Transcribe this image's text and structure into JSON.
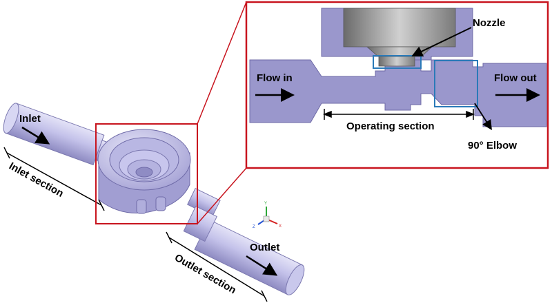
{
  "labels": {
    "inlet": "Inlet",
    "inlet_section": "Inlet section",
    "outlet": "Outlet",
    "outlet_section": "Outlet section",
    "nozzle": "Nozzle",
    "flow_in": "Flow in",
    "flow_out": "Flow out",
    "operating_section": "Operating section",
    "elbow": "90° Elbow"
  },
  "triad": {
    "x": "X",
    "y": "Y",
    "z": "Z"
  },
  "colors": {
    "zoom_frame": "#c8141e",
    "highlight_box": "#2a7ab8",
    "solid_fill": "#9a97cc",
    "solid_light": "#c9c8ec",
    "solid_dark": "#6e6aa6",
    "nozzle_gray": "#8a8a8a"
  }
}
